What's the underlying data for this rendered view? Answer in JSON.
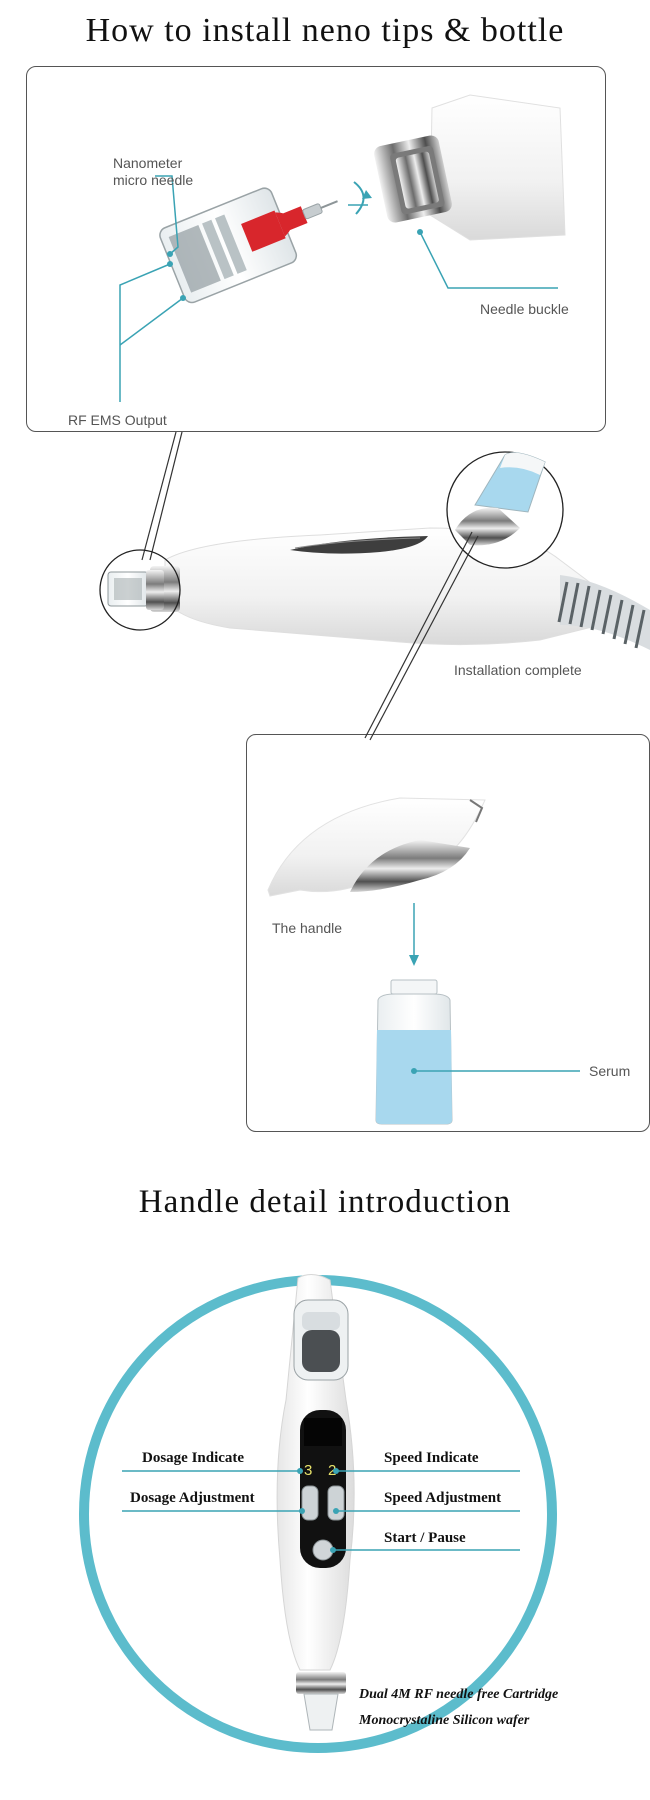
{
  "titles": {
    "install": "How to install neno tips & bottle",
    "handle": "Handle detail introduction"
  },
  "install_diagram": {
    "nanometer_label": "Nanometer\nmicro needle",
    "needle_buckle_label": "Needle buckle",
    "rf_ems_label": "RF EMS Output",
    "installation_complete_label": "Installation complete",
    "handle_label": "The handle",
    "serum_label": "Serum"
  },
  "handle_diagram": {
    "dosage_indicate": "Dosage Indicate",
    "speed_indicate": "Speed Indicate",
    "dosage_adjustment": "Dosage Adjustment",
    "speed_adjustment": "Speed Adjustment",
    "start_pause": "Start / Pause",
    "cartridge_line1": "Dual 4M RF  needle free Cartridge",
    "cartridge_line2": "Monocrystaline Silicon wafer",
    "dosage_value": "3",
    "speed_value": "2"
  },
  "colors": {
    "accent_teal": "#3aa3b4",
    "ring_blue": "#5cbccc",
    "serum_blue": "#a8d8ee",
    "red_spring": "#d8262c"
  }
}
